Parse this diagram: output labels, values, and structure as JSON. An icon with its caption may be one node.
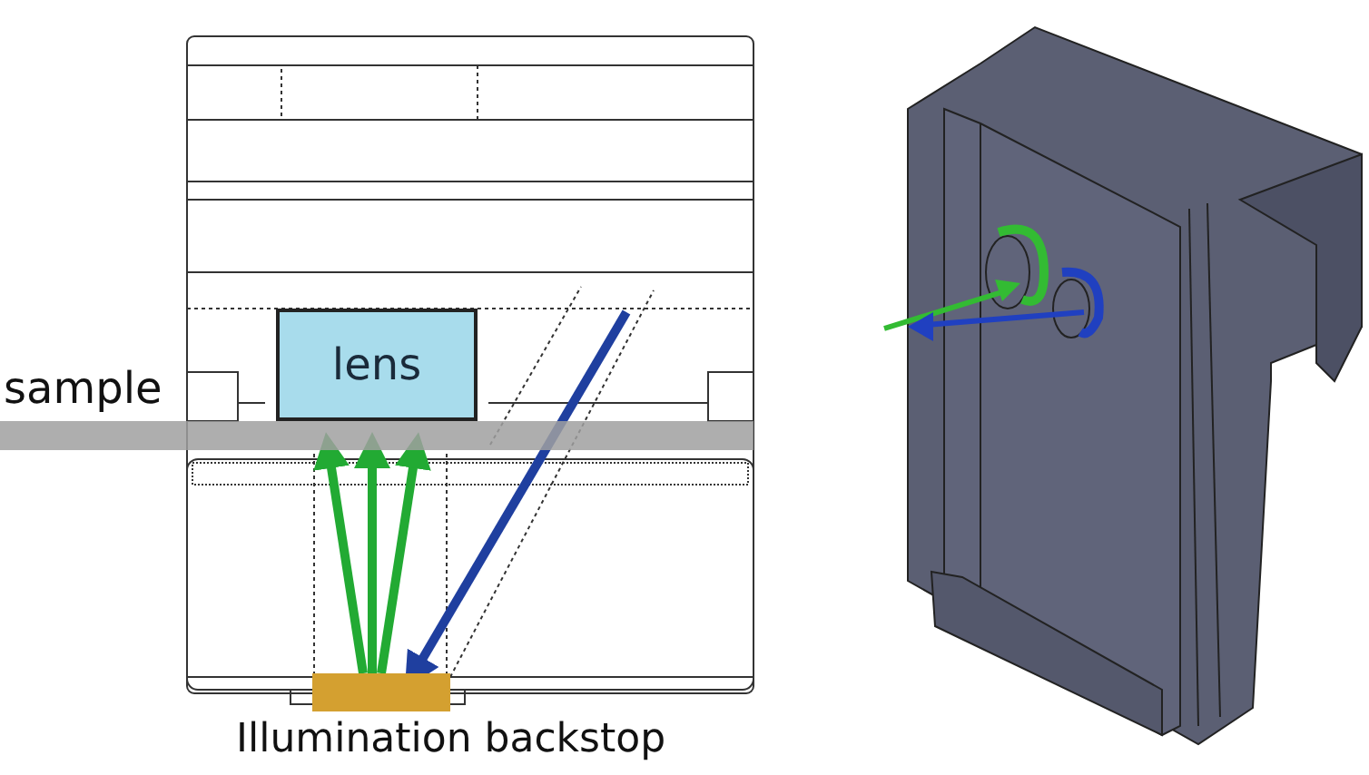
{
  "diagram": {
    "nodes": [
      {
        "text": [
          "lens"
        ]
      },
      {
        "text": [
          "sample"
        ]
      },
      {
        "text": [
          "Illumination backstop"
        ]
      }
    ],
    "edges": [
      {
        "from": 2,
        "to": 1,
        "arrow": "to",
        "color": "#22aa33"
      },
      {
        "from": 2,
        "to": 1,
        "arrow": "to",
        "color": "#22aa33"
      },
      {
        "from": 2,
        "to": 1,
        "arrow": "to",
        "color": "#22aa33"
      },
      {
        "from": null,
        "to": 2,
        "arrow": "to",
        "color": "#1f3f9f"
      }
    ]
  }
}
